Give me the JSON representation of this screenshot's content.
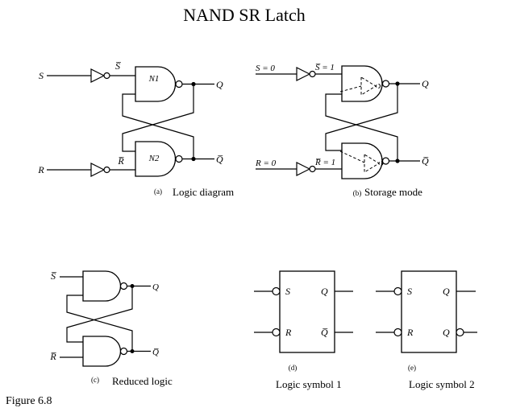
{
  "window": {
    "title": "NAND SR Latch",
    "figure_label": "Figure 6.8"
  },
  "colors": {
    "ink": "#000000",
    "background": "#ffffff"
  },
  "diagram_a": {
    "tag": "(a)",
    "caption": "Logic diagram",
    "input_s": "S",
    "input_r": "R",
    "inverted_s": "S̅",
    "inverted_r": "R̅",
    "gate_1": "N1",
    "gate_2": "N2",
    "output_q": "Q",
    "output_qbar": "Q̅"
  },
  "diagram_b": {
    "tag": "(b)",
    "caption": "Storage mode",
    "input_s": "S = 0",
    "input_r": "R = 0",
    "inverted_s": "S̅ = 1",
    "inverted_r": "R̅ = 1",
    "output_q": "Q",
    "output_qbar": "Q̅"
  },
  "diagram_c": {
    "tag": "(c)",
    "caption": "Reduced logic",
    "input_sbar": "S̅",
    "input_rbar": "R̅",
    "output_q": "Q",
    "output_qbar": "Q̅"
  },
  "diagram_d": {
    "tag": "(d)",
    "caption": "Logic symbol 1",
    "pin_s": "S",
    "pin_r": "R",
    "pin_q": "Q",
    "pin_qbar": "Q̅"
  },
  "diagram_e": {
    "tag": "(e)",
    "caption": "Logic symbol 2",
    "pin_s": "S",
    "pin_r": "R",
    "pin_q_top": "Q",
    "pin_q_bottom": "Q"
  }
}
